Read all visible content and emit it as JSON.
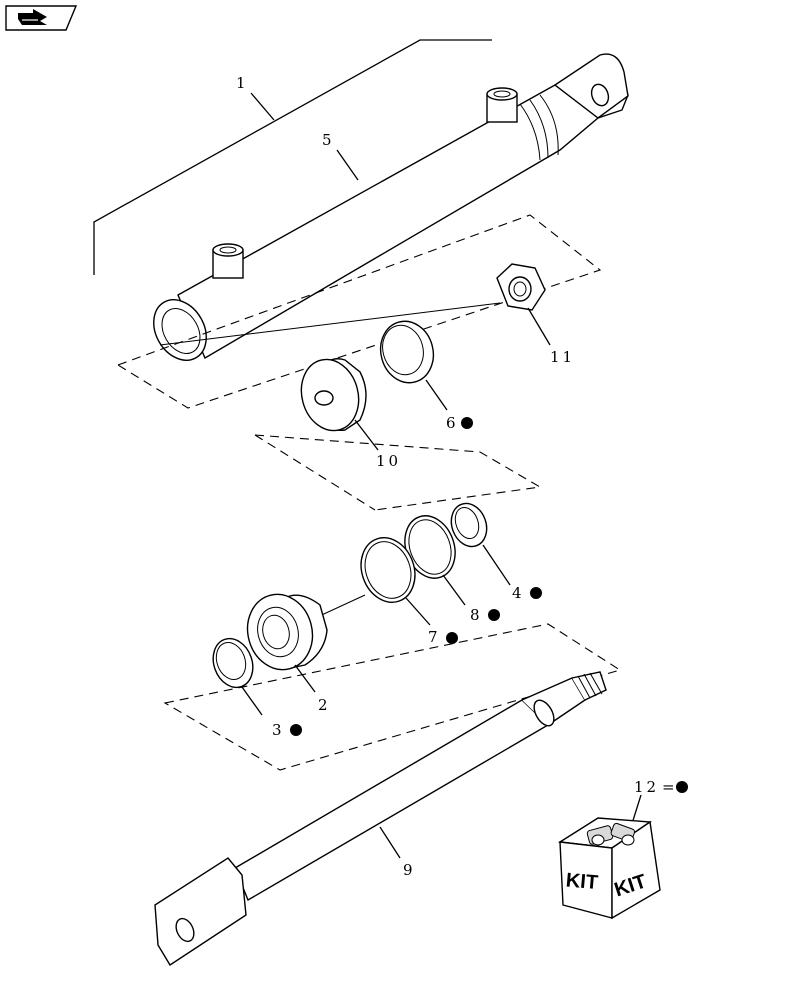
{
  "callouts": {
    "c1": "1",
    "c2": "2",
    "c3": "3",
    "c4": "4",
    "c5": "5",
    "c6": "6",
    "c7": "7",
    "c8": "8",
    "c9": "9",
    "c10": "10",
    "c11": "11",
    "c12": "12"
  },
  "kit_legend": {
    "equals": "="
  },
  "kit_box": {
    "left_label": "KIT",
    "right_label": "KIT"
  },
  "icons": {
    "nav": "arrow-right-icon"
  }
}
